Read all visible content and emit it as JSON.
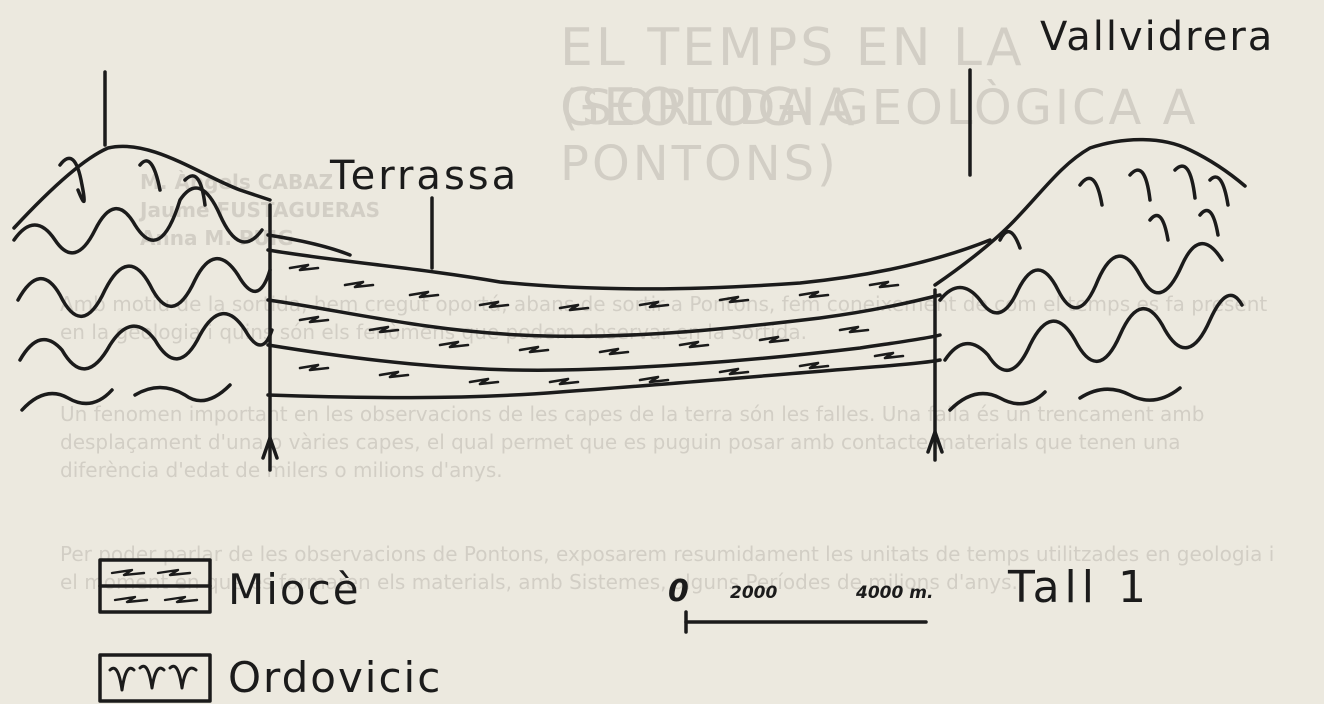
{
  "labels": {
    "vallvidrera": "Vallvidrera",
    "terrassa": "Terrassa",
    "tall": "Tall 1"
  },
  "legend": [
    {
      "label": "Miocè",
      "pattern": "arrows"
    },
    {
      "label": "Ordovicic",
      "pattern": "folds"
    }
  ],
  "scale": {
    "ticks": [
      "0",
      "2000",
      "4000 m."
    ]
  },
  "background_text": {
    "title_line1": "EL TEMPS EN LA GEOLOGIA",
    "title_line2": "(SORTIDA GEOLÒGICA A PONTONS)",
    "authors": [
      "M. Àngels CABAZ",
      "Jaume FUSTAGUERAS",
      "Anna M. PUIG"
    ],
    "paragraphs": [
      "Amb motiu de la sortida, hem cregut oportú, abans de sortir a Pontons, fem coneixement de com el temps es fa present en la geologia i quins són els fenòmens que podem observar en la sortida.",
      "Un fenomen important en les observacions de les capes de la terra són les falles. Una falla és un trencament amb desplaçament d'una o vàries capes, el qual permet que es puguin posar amb contacte materials que tenen una diferència d'edat de milers o milions d'anys.",
      "Per poder parlar de les observacions de Pontons, exposarem resumidament les unitats de temps utilitzades en geologia i el moment en què es formaren els materials, amb Sistemes, alguns Períodes de milions d'anys."
    ]
  },
  "colors": {
    "paper": "#ece9df",
    "ink": "#1b1b1b",
    "ghost_text": "#bdb9b0"
  }
}
